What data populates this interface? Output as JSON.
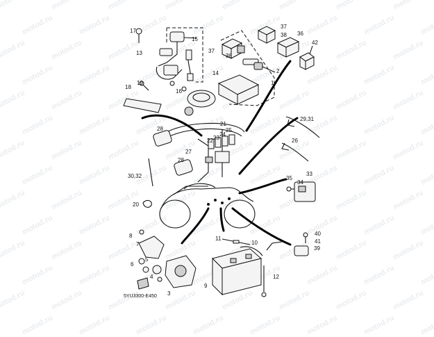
{
  "watermark": "motod.ru",
  "diagram_code": "5YU3300-E450",
  "callouts": [
    {
      "id": "c1",
      "text": "1"
    },
    {
      "id": "c2",
      "text": "2"
    },
    {
      "id": "c3",
      "text": "3"
    },
    {
      "id": "c4",
      "text": "4"
    },
    {
      "id": "c5",
      "text": "5"
    },
    {
      "id": "c6",
      "text": "6"
    },
    {
      "id": "c7",
      "text": "7"
    },
    {
      "id": "c8",
      "text": "8"
    },
    {
      "id": "c9",
      "text": "9"
    },
    {
      "id": "c10",
      "text": "10"
    },
    {
      "id": "c11",
      "text": "11"
    },
    {
      "id": "c12",
      "text": "12"
    },
    {
      "id": "c13",
      "text": "13"
    },
    {
      "id": "c14",
      "text": "14"
    },
    {
      "id": "c15",
      "text": "15"
    },
    {
      "id": "c16",
      "text": "16"
    },
    {
      "id": "c17",
      "text": "17"
    },
    {
      "id": "c18",
      "text": "18"
    },
    {
      "id": "c19",
      "text": "19"
    },
    {
      "id": "c20",
      "text": "20"
    },
    {
      "id": "c21",
      "text": "21"
    },
    {
      "id": "c22",
      "text": "22"
    },
    {
      "id": "c23",
      "text": "23"
    },
    {
      "id": "c24",
      "text": "24"
    },
    {
      "id": "c25",
      "text": "25"
    },
    {
      "id": "c26",
      "text": "26"
    },
    {
      "id": "c27",
      "text": "27"
    },
    {
      "id": "c28a",
      "text": "28"
    },
    {
      "id": "c28b",
      "text": "28"
    },
    {
      "id": "c2931",
      "text": "29,31"
    },
    {
      "id": "c3032",
      "text": "30,32"
    },
    {
      "id": "c33",
      "text": "33"
    },
    {
      "id": "c34",
      "text": "34"
    },
    {
      "id": "c35",
      "text": "35"
    },
    {
      "id": "c36",
      "text": "36"
    },
    {
      "id": "c37a",
      "text": "37"
    },
    {
      "id": "c37b",
      "text": "37"
    },
    {
      "id": "c38a",
      "text": "38"
    },
    {
      "id": "c38b",
      "text": "38"
    },
    {
      "id": "c39",
      "text": "39"
    },
    {
      "id": "c40",
      "text": "40"
    },
    {
      "id": "c41",
      "text": "41"
    },
    {
      "id": "c42",
      "text": "42"
    }
  ]
}
